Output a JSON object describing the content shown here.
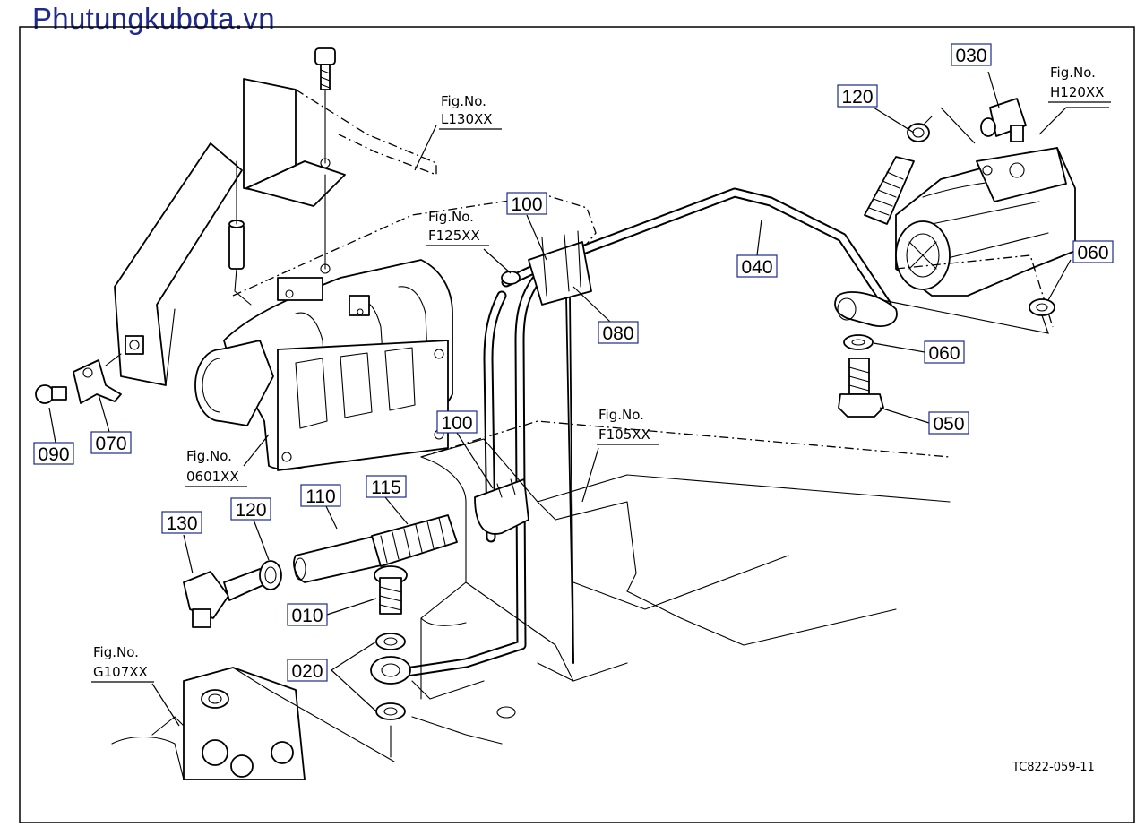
{
  "watermark": "Phutungkubota.vn",
  "drawing_code": "TC822-059-11",
  "fig_refs": [
    {
      "id": "L130",
      "line1": "Fig.No.",
      "line2": "L130XX"
    },
    {
      "id": "F125",
      "line1": "Fig.No.",
      "line2": "F125XX"
    },
    {
      "id": "H120",
      "line1": "Fig.No.",
      "line2": "H120XX"
    },
    {
      "id": "F105",
      "line1": "Fig.No.",
      "line2": "F105XX"
    },
    {
      "id": "0601",
      "line1": "Fig.No.",
      "line2": "0601XX"
    },
    {
      "id": "G107",
      "line1": "Fig.No.",
      "line2": "G107XX"
    }
  ],
  "callouts": [
    "010",
    "020",
    "030",
    "040",
    "050",
    "060",
    "060",
    "070",
    "080",
    "090",
    "100",
    "100",
    "110",
    "115",
    "120",
    "120",
    "130"
  ],
  "colors": {
    "label_border": "#1a2a8a",
    "brand": "#1f2a8c"
  }
}
